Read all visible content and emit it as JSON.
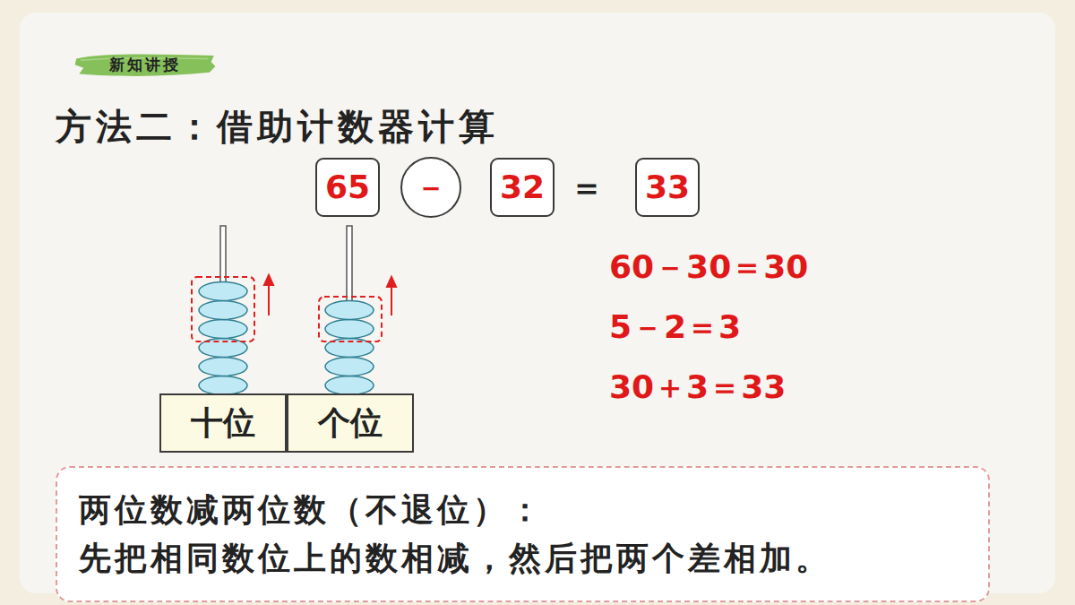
{
  "diagram": {
    "title": "方法二：借助计数器计算",
    "nodes": [
      {
        "text": [
          "新知讲授"
        ]
      },
      {
        "text": [
          "65"
        ]
      },
      {
        "text": [
          "－"
        ]
      },
      {
        "text": [
          "32"
        ]
      },
      {
        "text": [
          "33"
        ]
      },
      {
        "text": [
          "十位"
        ]
      },
      {
        "text": [
          "个位"
        ]
      },
      {
        "text": [
          "两位数减两位数（不退位）：",
          "先把相同数位上的数相减，然后把两个差相加。"
        ]
      }
    ],
    "labels": [
      "＝",
      "60－30＝30",
      "5－2＝3",
      "30＋3＝33"
    ]
  }
}
